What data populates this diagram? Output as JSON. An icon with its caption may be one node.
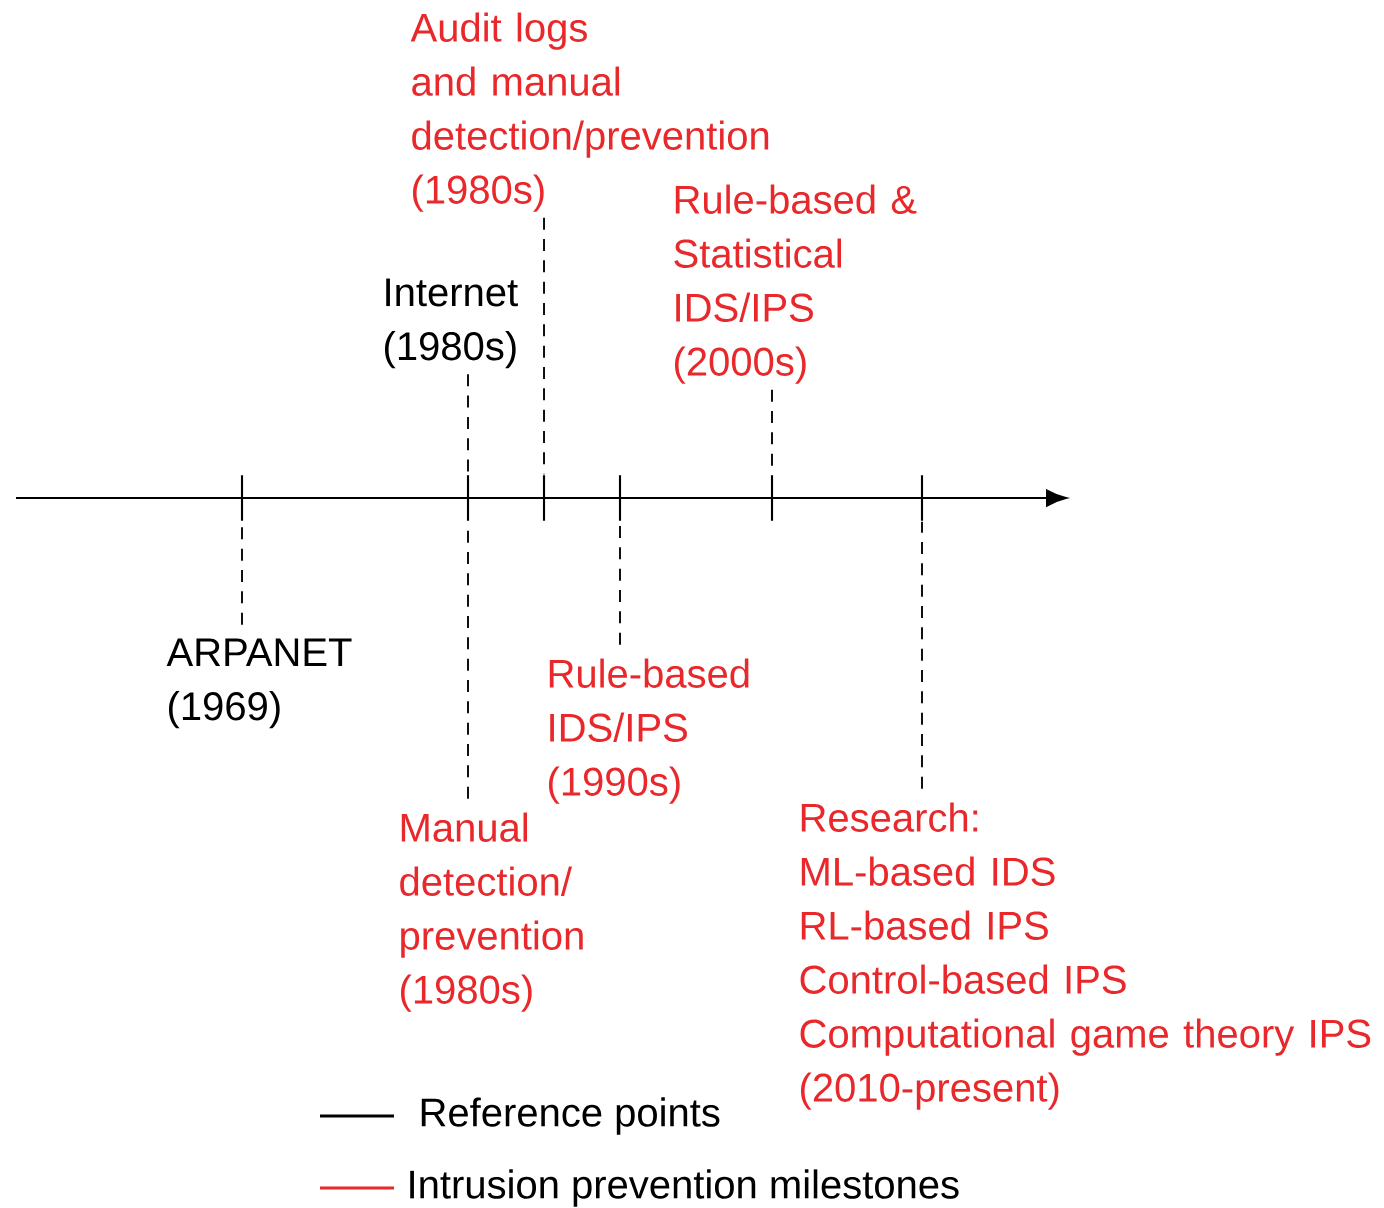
{
  "diagram": {
    "nodes": [
      {
        "text": [
          "ARPANET (1969)"
        ]
      },
      {
        "text": [
          "Internet (1980s)"
        ]
      },
      {
        "text": [
          "Audit logs and manual detection/prevention (1980s)"
        ]
      },
      {
        "text": [
          "Manual detection/ prevention (1980s)"
        ]
      },
      {
        "text": [
          "Rule-based IDS/IPS (1990s)"
        ]
      },
      {
        "text": [
          "Rule-based & Statistical IDS/IPS (2000s)"
        ]
      },
      {
        "text": [
          "Research:",
          "ML-based IDS",
          "RL-based IPS",
          "Control-based IPS",
          "Computational game theory IPS",
          "(2010-present)"
        ]
      },
      {
        "text": [],
        "shape": "bar"
      },
      {
        "text": [],
        "shape": "bar"
      },
      {
        "text": [],
        "shape": "bar"
      },
      {
        "text": [],
        "shape": "bar"
      },
      {
        "text": [],
        "shape": "bar"
      },
      {
        "text": [],
        "shape": "bar"
      }
    ],
    "edges": [
      {
        "from": 0,
        "to": 7,
        "arrow": "none",
        "style": "dashed"
      },
      {
        "from": 1,
        "to": 8,
        "arrow": "none",
        "style": "dashed"
      },
      {
        "from": 2,
        "to": 9,
        "arrow": "none",
        "style": "dashed"
      },
      {
        "from": 3,
        "to": 8,
        "arrow": "none",
        "style": "dashed"
      },
      {
        "from": 4,
        "to": 10,
        "arrow": "none",
        "style": "dashed"
      },
      {
        "from": 5,
        "to": 11,
        "arrow": "none",
        "style": "dashed"
      },
      {
        "from": 6,
        "to": 12,
        "arrow": "none",
        "style": "dashed"
      }
    ],
    "legend": [
      {
        "text": "Reference points",
        "color": "#000000"
      },
      {
        "text": "Intrusion prevention milestones",
        "color": "#e8282b"
      }
    ]
  }
}
